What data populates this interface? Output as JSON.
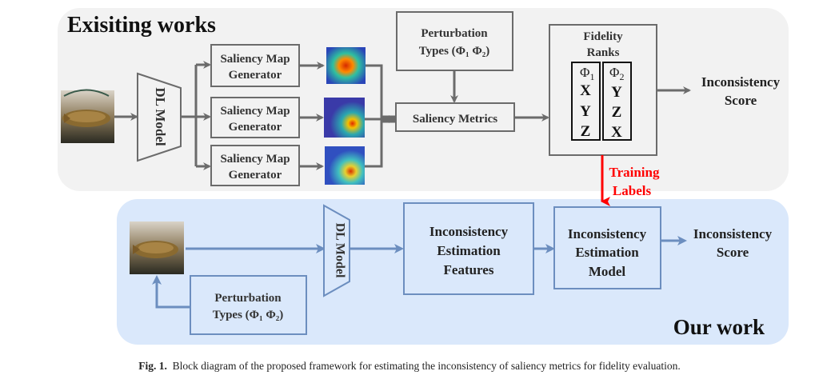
{
  "top_panel": {
    "title": "Exisiting works",
    "dl_model": "DL Model",
    "generators": [
      {
        "line1": "Saliency Map",
        "line2": "Generator"
      },
      {
        "line1": "Saliency Map",
        "line2": "Generator"
      },
      {
        "line1": "Saliency Map",
        "line2": "Generator"
      }
    ],
    "perturbation": {
      "line1": "Perturbation",
      "line2": "Types (Φ₁ Φ₂)"
    },
    "saliency_metrics": "Saliency Metrics",
    "fidelity": {
      "line1": "Fidelity",
      "line2": "Ranks",
      "col1": {
        "header": "Φ",
        "sub": "1",
        "items": [
          "X",
          "Y",
          "Z"
        ]
      },
      "col2": {
        "header": "Φ",
        "sub": "2",
        "items": [
          "Y",
          "Z",
          "X"
        ]
      }
    },
    "output": {
      "line1": "Inconsistency",
      "line2": "Score"
    }
  },
  "training_labels": {
    "line1": "Training",
    "line2": "Labels",
    "color": "#ff0000"
  },
  "bottom_panel": {
    "title": "Our work",
    "dl_model": "DL Model",
    "perturbation": {
      "line1": "Perturbation",
      "line2": "Types (Φ₁ Φ₂)"
    },
    "features": {
      "line1": "Inconsistency",
      "line2": "Estimation",
      "line3": "Features"
    },
    "model": {
      "line1": "Inconsistency",
      "line2": "Estimation",
      "line3": "Model"
    },
    "output": {
      "line1": "Inconsistency",
      "line2": "Score"
    }
  },
  "colors": {
    "top_bg": "#f2f2f2",
    "bottom_bg": "#dae8fb",
    "gray_stroke": "#6b6b6b",
    "blue_stroke": "#6c8ebf"
  },
  "caption": {
    "label": "Fig. 1.",
    "text": "Block diagram of the proposed framework for estimating the inconsistency of saliency metrics for fidelity evaluation."
  }
}
